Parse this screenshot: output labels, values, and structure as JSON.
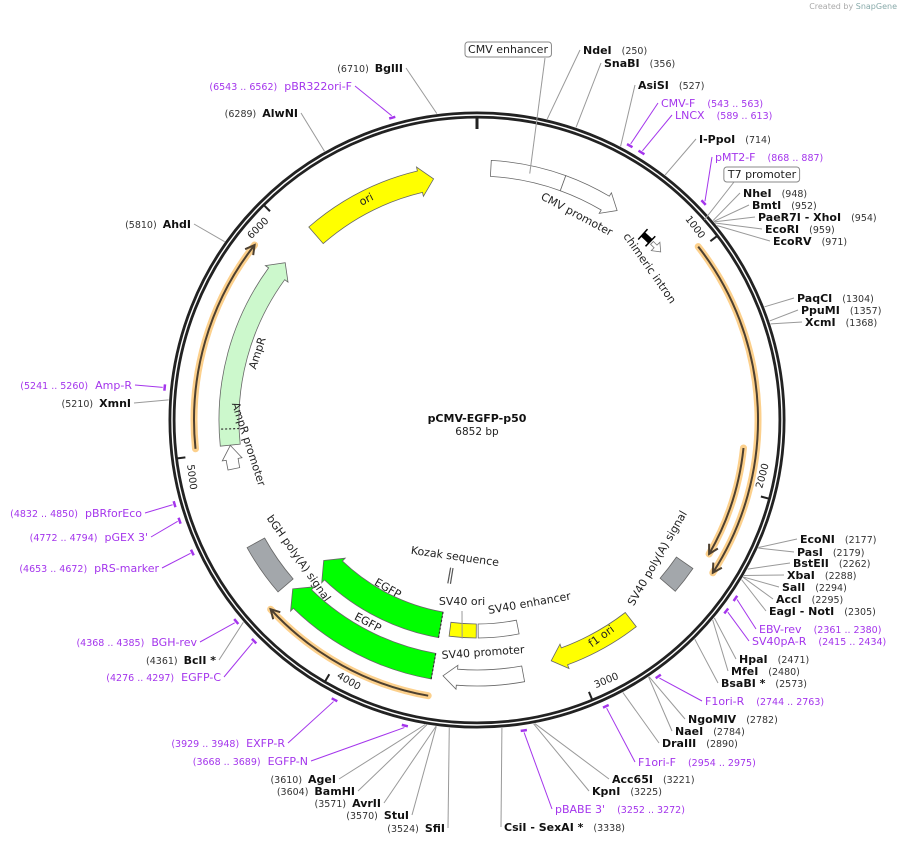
{
  "credit": {
    "prefix": "Created by",
    "brand": "SnapGene"
  },
  "plasmid": {
    "name": "pCMV-EGFP-p50",
    "length_label": "6852 bp",
    "length": 6852
  },
  "colors": {
    "ring": "#222222",
    "primer": "#a435ec",
    "orf_glow": "#fcd08c",
    "orf_line": "#4d4030",
    "yellow": "#ffff00",
    "green": "#00ff00",
    "light_green": "#ccf8cc",
    "gray": "#a3a7ab"
  },
  "ticks": [
    "1000",
    "2000",
    "3000",
    "4000",
    "5000",
    "6000"
  ],
  "features": [
    {
      "label": "CMV enhancer",
      "start": 60,
      "end": 380,
      "dir": 0,
      "fill": "#ffffff"
    },
    {
      "label": "CMV promoter",
      "start": 380,
      "end": 643,
      "dir": 1,
      "fill": "#ffffff"
    },
    {
      "label": "chimeric intron",
      "start": 795,
      "end": 905,
      "dir": 1,
      "fill": "#000000"
    },
    {
      "label": "T7 promoter",
      "start": 917,
      "end": 935,
      "dir": 1,
      "fill": "#ffffff"
    },
    {
      "label": "ori",
      "start": 6070,
      "end": 6658,
      "dir": 1,
      "fill": "#ffff00"
    },
    {
      "label": "AmpR",
      "start": 5028,
      "end": 5888,
      "dir": 1,
      "fill": "#ccf8cc"
    },
    {
      "label": "AmpR promoter",
      "start": 4923,
      "end": 5027,
      "dir": 1,
      "fill": "#ffffff"
    },
    {
      "label": "bGH poly(A) signal",
      "start": 4362,
      "end": 4586,
      "dir": 0,
      "fill": "#a3a7ab"
    },
    {
      "label": "EGFP",
      "start": 3617,
      "end": 4330,
      "dir": 1,
      "fill": "#00ff00"
    },
    {
      "label": "EGFP",
      "start": 3617,
      "end": 4330,
      "dir": 1,
      "fill": "#00ff00"
    },
    {
      "label": "Kozak sequence",
      "start": 3605,
      "end": 3616,
      "dir": 0,
      "fill": "#ffffff"
    },
    {
      "label": "SV40 ori",
      "start": 3430,
      "end": 3566,
      "dir": 0,
      "fill": "#ffff00"
    },
    {
      "label": "SV40 enhancer",
      "start": 3214,
      "end": 3420,
      "dir": 0,
      "fill": "#ffffff"
    },
    {
      "label": "SV40 promoter",
      "start": 3230,
      "end": 3570,
      "dir": 1,
      "fill": "#ffffff"
    },
    {
      "label": "f1 ori",
      "start": 2710,
      "end": 3100,
      "dir": 1,
      "fill": "#ffff00"
    },
    {
      "label": "SV40 poly(A) signal",
      "start": 2370,
      "end": 2490,
      "dir": 0,
      "fill": "#a3a7ab"
    }
  ],
  "orfs": [
    {
      "start": 988,
      "end": 2340,
      "dir": 1
    },
    {
      "start": 1827,
      "end": 2284,
      "dir": 1
    },
    {
      "start": 3617,
      "end": 4330,
      "dir": 1
    },
    {
      "start": 5028,
      "end": 5866,
      "dir": 1
    }
  ],
  "enzymes": [
    {
      "name": "NdeI",
      "pos": 250,
      "num": "(250)"
    },
    {
      "name": "SnaBI",
      "pos": 356,
      "num": "(356)"
    },
    {
      "name": "AsiSI",
      "pos": 527,
      "num": "(527)"
    },
    {
      "name": "I-PpoI",
      "pos": 714,
      "num": "(714)"
    },
    {
      "name": "NheI",
      "pos": 948,
      "num": "(948)"
    },
    {
      "name": "BmtI",
      "pos": 952,
      "num": "(952)"
    },
    {
      "name": "PaeR7I  - XhoI",
      "pos": 954,
      "num": "(954)"
    },
    {
      "name": "EcoRI",
      "pos": 959,
      "num": "(959)"
    },
    {
      "name": "EcoRV",
      "pos": 971,
      "num": "(971)"
    },
    {
      "name": "PaqCI",
      "pos": 1304,
      "num": "(1304)"
    },
    {
      "name": "PpuMI",
      "pos": 1357,
      "num": "(1357)"
    },
    {
      "name": "XcmI",
      "pos": 1368,
      "num": "(1368)"
    },
    {
      "name": "EcoNI",
      "pos": 2177,
      "num": "(2177)"
    },
    {
      "name": "PasI",
      "pos": 2179,
      "num": "(2179)"
    },
    {
      "name": "BstEII",
      "pos": 2262,
      "num": "(2262)"
    },
    {
      "name": "XbaI",
      "pos": 2288,
      "num": "(2288)"
    },
    {
      "name": "SalI",
      "pos": 2294,
      "num": "(2294)"
    },
    {
      "name": "AccI",
      "pos": 2295,
      "num": "(2295)"
    },
    {
      "name": "EagI  - NotI",
      "pos": 2305,
      "num": "(2305)"
    },
    {
      "name": "HpaI",
      "pos": 2471,
      "num": "(2471)"
    },
    {
      "name": "MfeI",
      "pos": 2480,
      "num": "(2480)"
    },
    {
      "name": "BsaBI *",
      "pos": 2573,
      "num": "(2573)"
    },
    {
      "name": "NgoMIV",
      "pos": 2782,
      "num": "(2782)"
    },
    {
      "name": "NaeI",
      "pos": 2784,
      "num": "(2784)"
    },
    {
      "name": "DraIII",
      "pos": 2890,
      "num": "(2890)"
    },
    {
      "name": "Acc65I",
      "pos": 3221,
      "num": "(3221)"
    },
    {
      "name": "KpnI",
      "pos": 3225,
      "num": "(3225)"
    },
    {
      "name": "CsiI  - SexAI *",
      "pos": 3338,
      "num": "(3338)"
    },
    {
      "name": "SfiI",
      "pos": 3524,
      "num": "(3524)"
    },
    {
      "name": "StuI",
      "pos": 3570,
      "num": "(3570)"
    },
    {
      "name": "AvrII",
      "pos": 3571,
      "num": "(3571)"
    },
    {
      "name": "BamHI",
      "pos": 3604,
      "num": "(3604)"
    },
    {
      "name": "AgeI",
      "pos": 3610,
      "num": "(3610)"
    },
    {
      "name": "BclI *",
      "pos": 4361,
      "num": "(4361)"
    },
    {
      "name": "XmnI",
      "pos": 5210,
      "num": "(5210)"
    },
    {
      "name": "AhdI",
      "pos": 5810,
      "num": "(5810)"
    },
    {
      "name": "AlwNI",
      "pos": 6289,
      "num": "(6289)"
    },
    {
      "name": "BglII",
      "pos": 6710,
      "num": "(6710)"
    }
  ],
  "primers": [
    {
      "name": "CMV-F",
      "range": "(543 .. 563)",
      "start": 543,
      "end": 563
    },
    {
      "name": "LNCX",
      "range": "(589 .. 613)",
      "start": 589,
      "end": 613
    },
    {
      "name": "pMT2-F",
      "range": "(868 .. 887)",
      "start": 868,
      "end": 887
    },
    {
      "name": "EBV-rev",
      "range": "(2361 .. 2380)",
      "start": 2361,
      "end": 2380
    },
    {
      "name": "SV40pA-R",
      "range": "(2415 .. 2434)",
      "start": 2415,
      "end": 2434
    },
    {
      "name": "F1ori-R",
      "range": "(2744 .. 2763)",
      "start": 2744,
      "end": 2763
    },
    {
      "name": "F1ori-F",
      "range": "(2954 .. 2975)",
      "start": 2954,
      "end": 2975
    },
    {
      "name": "pBABE 3'",
      "range": "(3252 .. 3272)",
      "start": 3252,
      "end": 3272
    },
    {
      "name": "EGFP-N",
      "range": "(3668 .. 3689)",
      "start": 3668,
      "end": 3689
    },
    {
      "name": "EXFP-R",
      "range": "(3929 .. 3948)",
      "start": 3929,
      "end": 3948
    },
    {
      "name": "EGFP-C",
      "range": "(4276 .. 4297)",
      "start": 4276,
      "end": 4297
    },
    {
      "name": "BGH-rev",
      "range": "(4368 .. 4385)",
      "start": 4368,
      "end": 4385
    },
    {
      "name": "pRS-marker",
      "range": "(4653 .. 4672)",
      "start": 4653,
      "end": 4672
    },
    {
      "name": "pGEX 3'",
      "range": "(4772 .. 4794)",
      "start": 4772,
      "end": 4794
    },
    {
      "name": "pBRforEco",
      "range": "(4832 .. 4850)",
      "start": 4832,
      "end": 4850
    },
    {
      "name": "Amp-R",
      "range": "(5241 .. 5260)",
      "start": 5241,
      "end": 5260
    },
    {
      "name": "pBR322ori-F",
      "range": "(6543 .. 6562)",
      "start": 6543,
      "end": 6562
    }
  ]
}
